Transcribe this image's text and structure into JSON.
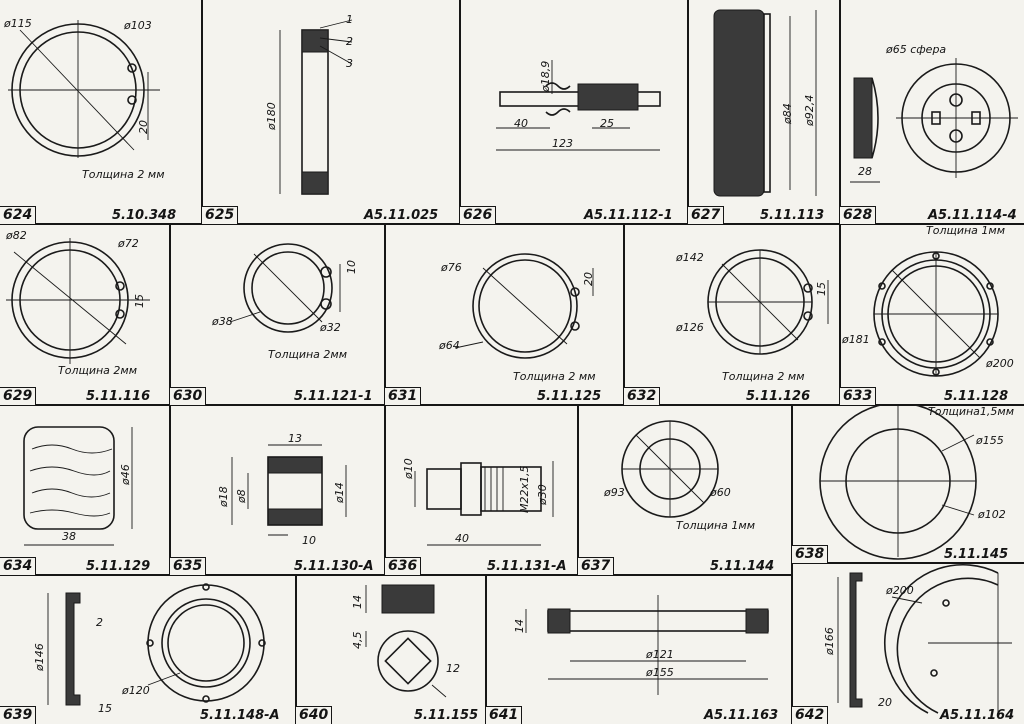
{
  "parts": [
    {
      "id": "624",
      "number": "624",
      "code": "5.10.348",
      "dims": [
        "ø115",
        "ø103",
        "20"
      ],
      "note": "Толщина 2 мм"
    },
    {
      "id": "625",
      "number": "625",
      "code": "А5.11.025",
      "dims": [
        "ø180",
        "1",
        "2",
        "3"
      ]
    },
    {
      "id": "626",
      "number": "626",
      "code": "А5.11.112-1",
      "dims": [
        "ø18,9",
        "40",
        "25",
        "123"
      ]
    },
    {
      "id": "627",
      "number": "627",
      "code": "5.11.113",
      "dims": [
        "ø84",
        "ø92,4"
      ]
    },
    {
      "id": "628",
      "number": "628",
      "code": "А5.11.114-4",
      "dims": [
        "ø65 сфера",
        "28"
      ]
    },
    {
      "id": "629",
      "number": "629",
      "code": "5.11.116",
      "dims": [
        "ø82",
        "ø72",
        "15"
      ],
      "note": "Толщина 2мм"
    },
    {
      "id": "630",
      "number": "630",
      "code": "5.11.121-1",
      "dims": [
        "10",
        "ø38",
        "ø32"
      ],
      "note": "Толщина 2мм"
    },
    {
      "id": "631",
      "number": "631",
      "code": "5.11.125",
      "dims": [
        "ø76",
        "20",
        "ø64"
      ],
      "note": "Толщина 2 мм"
    },
    {
      "id": "632",
      "number": "632",
      "code": "5.11.126",
      "dims": [
        "ø142",
        "15",
        "ø126"
      ],
      "note": "Толщина 2 мм"
    },
    {
      "id": "633",
      "number": "633",
      "code": "5.11.128",
      "dims": [
        "ø181",
        "ø200"
      ],
      "note": "Толщина 1мм"
    },
    {
      "id": "634",
      "number": "634",
      "code": "5.11.129",
      "dims": [
        "ø46",
        "38"
      ]
    },
    {
      "id": "635",
      "number": "635",
      "code": "5.11.130-А",
      "dims": [
        "13",
        "ø18",
        "ø8",
        "ø14",
        "10"
      ]
    },
    {
      "id": "636",
      "number": "636",
      "code": "5.11.131-А",
      "dims": [
        "ø10",
        "М22х1,5",
        "ø30",
        "40"
      ]
    },
    {
      "id": "637",
      "number": "637",
      "code": "5.11.144",
      "dims": [
        "ø93",
        "ø60"
      ],
      "note": "Толщина 1мм"
    },
    {
      "id": "638",
      "number": "638",
      "code": "5.11.145",
      "dims": [
        "ø155",
        "ø102"
      ],
      "note": "Толщина1,5мм"
    },
    {
      "id": "639",
      "number": "639",
      "code": "5.11.148-А",
      "dims": [
        "ø146",
        "2",
        "ø120",
        "15"
      ]
    },
    {
      "id": "640",
      "number": "640",
      "code": "5.11.155",
      "dims": [
        "14",
        "4,5",
        "12"
      ]
    },
    {
      "id": "641",
      "number": "641",
      "code": "А5.11.163",
      "dims": [
        "14",
        "ø121",
        "ø155"
      ]
    },
    {
      "id": "642",
      "number": "642",
      "code": "А5.11.164",
      "dims": [
        "ø166",
        "ø200",
        "20"
      ]
    }
  ]
}
